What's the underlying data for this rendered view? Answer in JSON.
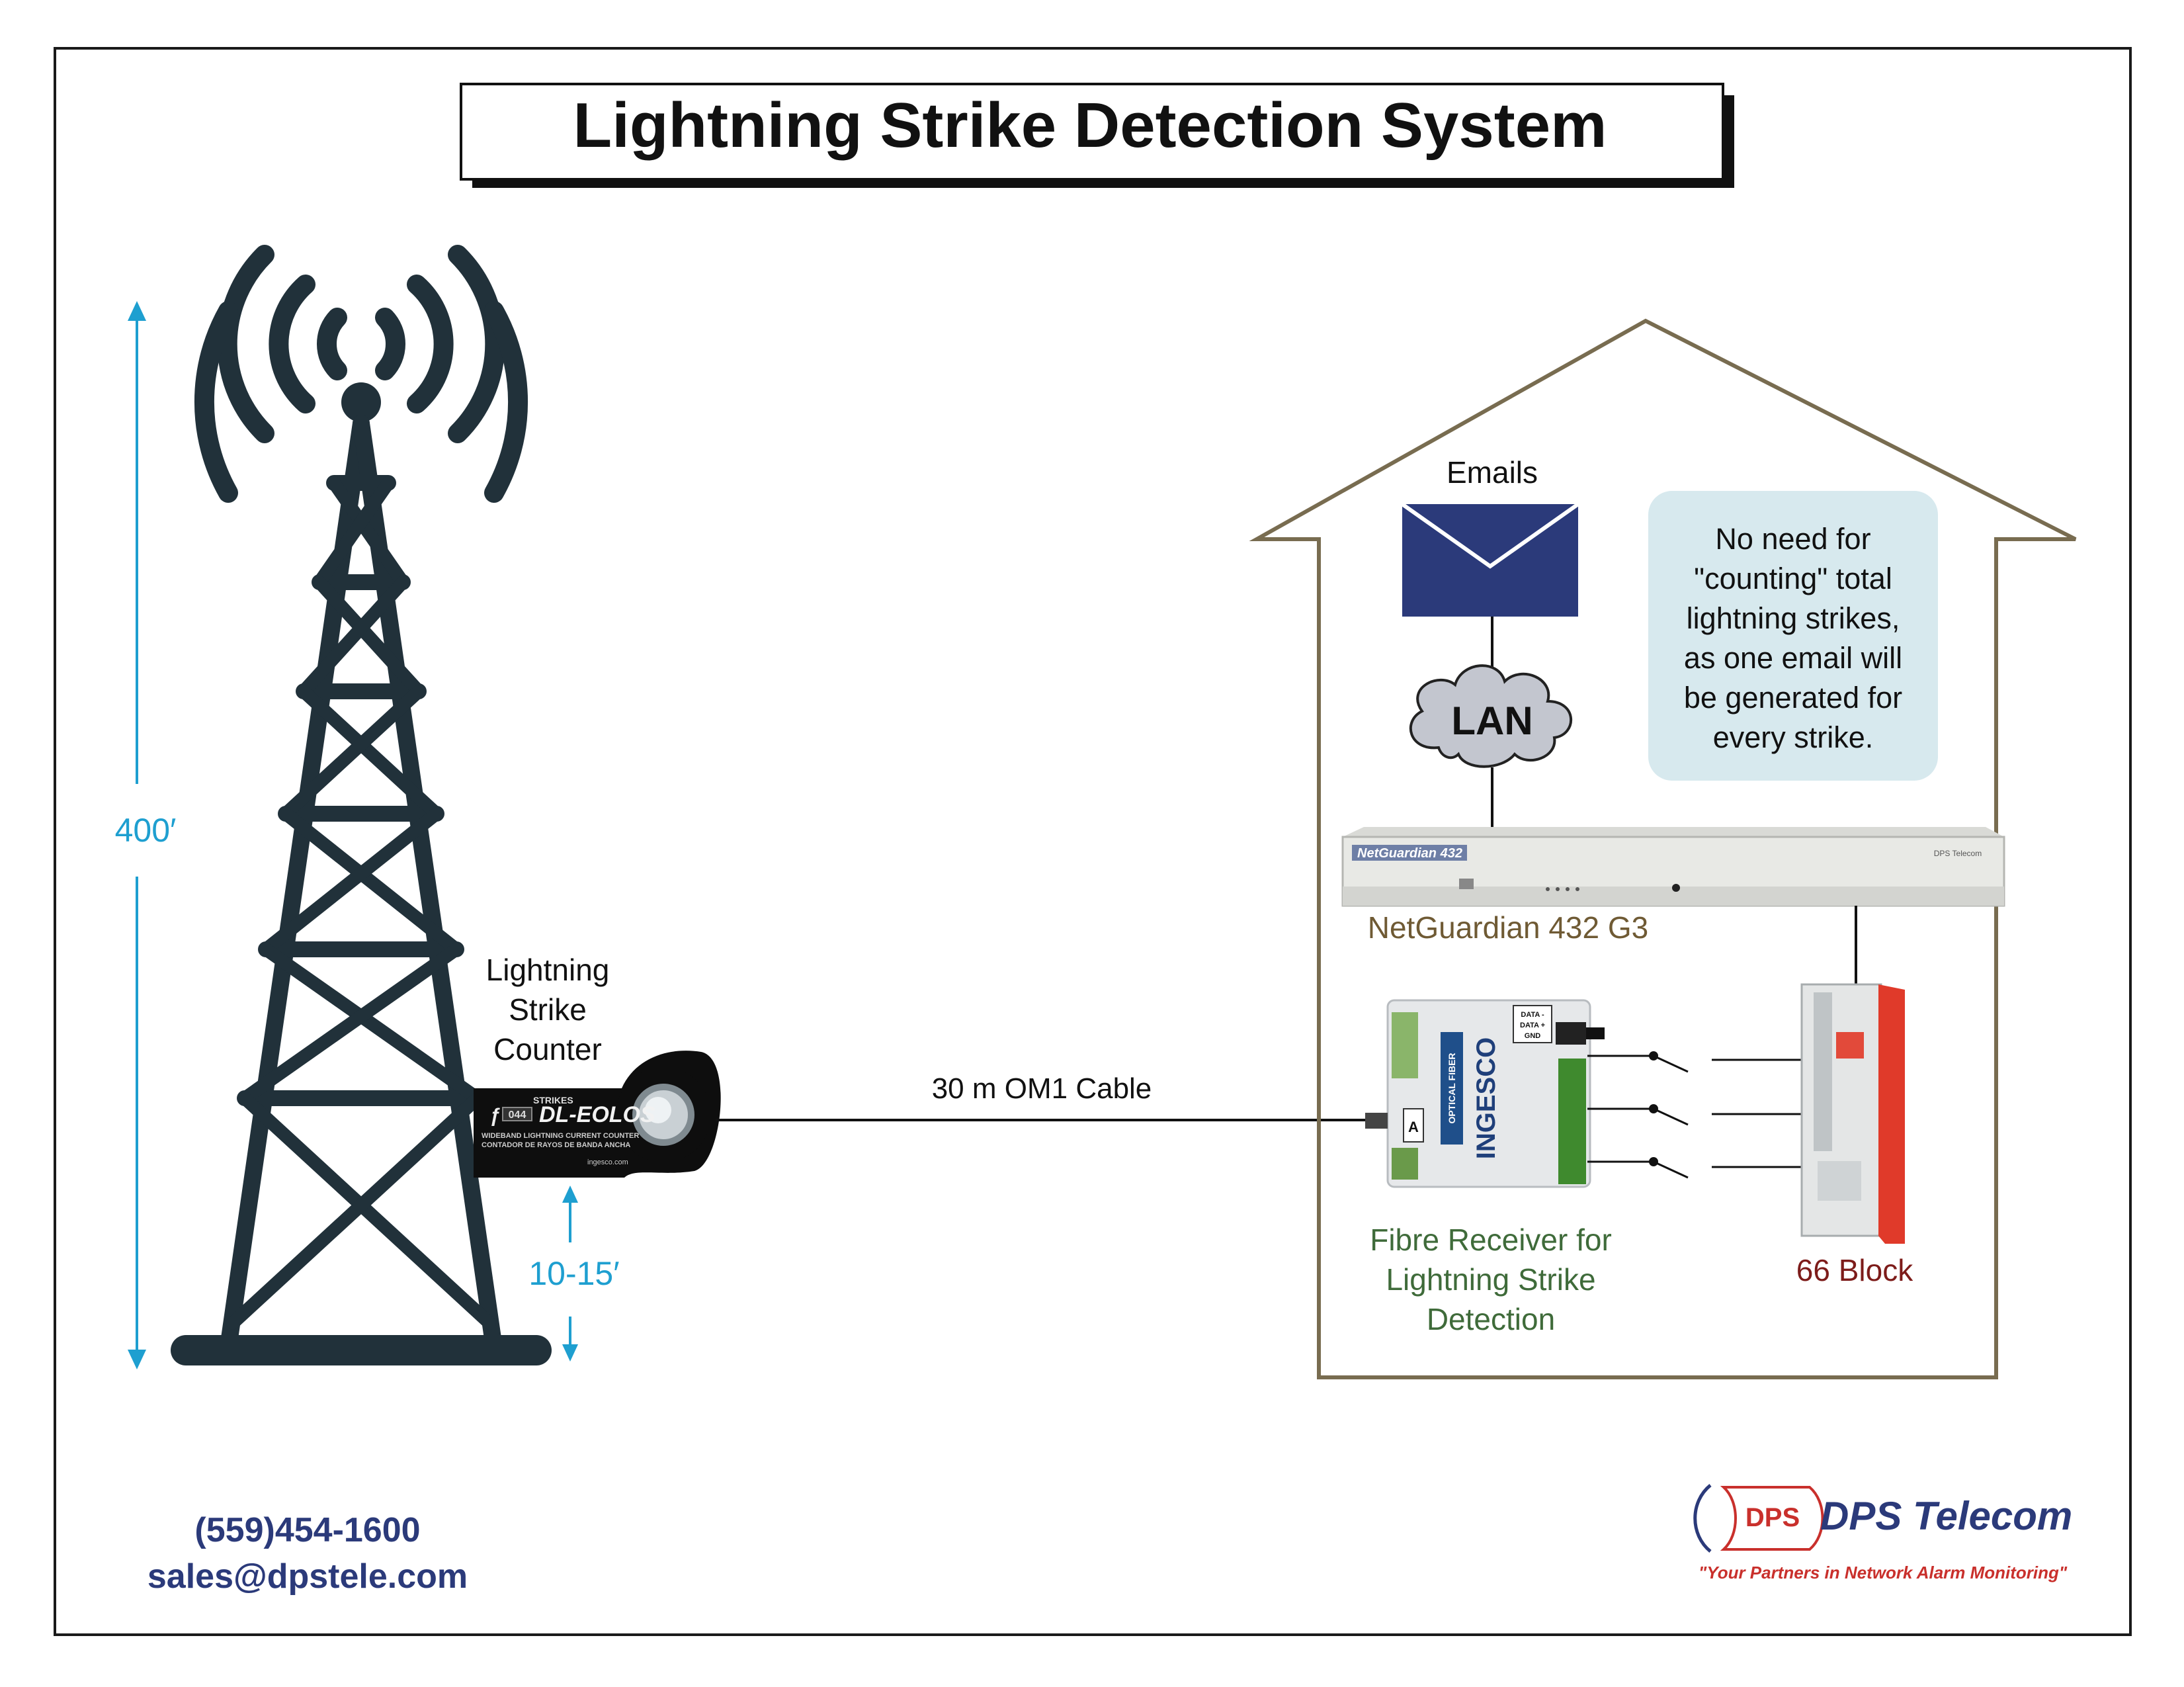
{
  "title": "Lightning Strike Detection System",
  "tower": {
    "height_label": "400′",
    "counter_label": [
      "Lightning",
      "Strike",
      "Counter"
    ],
    "counter_height_label": "10-15′",
    "device_name": "DL-EOLOS",
    "device_small_top": "STRIKES",
    "device_digits": "044",
    "device_sub1": "WIDEBAND LIGHTNING CURRENT COUNTER",
    "device_sub2": "CONTADOR DE RAYOS DE BANDA ANCHA",
    "device_site": "ingesco.com"
  },
  "cable_label": "30 m OM1 Cable",
  "building": {
    "emails_label": "Emails",
    "lan_label": "LAN",
    "note_lines": [
      "No need for",
      "\"counting\" total",
      "lightning strikes,",
      "as one email will",
      "be generated for",
      "every strike."
    ],
    "netguardian_faceplate": "NetGuardian 432",
    "netguardian_label": "NetGuardian 432 G3",
    "netguardian_brand": "DPS Telecom",
    "receiver_brand": "INGESCO",
    "receiver_fiber_text": "OPTICAL FIBER",
    "receiver_port": "A",
    "receiver_data_labels": [
      "DATA -",
      "DATA +",
      "GND"
    ],
    "receiver_label": [
      "Fibre Receiver for",
      "Lightning Strike",
      "Detection"
    ],
    "block_label": "66 Block"
  },
  "contact": {
    "phone": "(559)454-1600",
    "email": "sales@dpstele.com"
  },
  "logo": {
    "name": "DPS Telecom",
    "tagline": "\"Your Partners in Network Alarm Monitoring\"",
    "mark": "DPS"
  },
  "colors": {
    "tower": "#21313a",
    "dimension": "#1e9fd0",
    "building_outline": "#786c50",
    "note_bg": "#d7e9ee",
    "envelope": "#2b3a7a",
    "cloud": "#c3c6cf",
    "netguardian_label": "#6f5a34",
    "receiver_label": "#3f6b3a",
    "block_label": "#7d1c1a",
    "contact": "#2b3a7a",
    "block_red": "#e03a2a"
  }
}
